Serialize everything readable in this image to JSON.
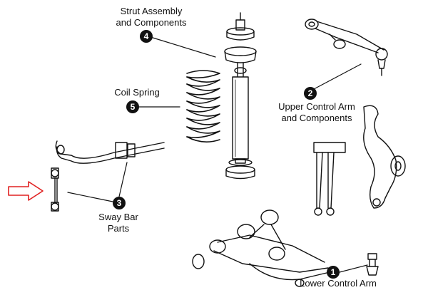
{
  "parts": [
    {
      "number": "4",
      "line1": "Strut Assembly",
      "line2": "and Components"
    },
    {
      "number": "2",
      "line1": "Upper Control Arm",
      "line2": "and Components"
    },
    {
      "number": "5",
      "line1": "Coil Spring",
      "line2": ""
    },
    {
      "number": "3",
      "line1": "Sway Bar",
      "line2": "Parts"
    },
    {
      "number": "1",
      "line1": "Lower Control Arm",
      "line2": ""
    }
  ],
  "colors": {
    "ink": "#111111",
    "highlight-arrow": "#e02020"
  },
  "icons": [
    "right-arrow-icon"
  ]
}
